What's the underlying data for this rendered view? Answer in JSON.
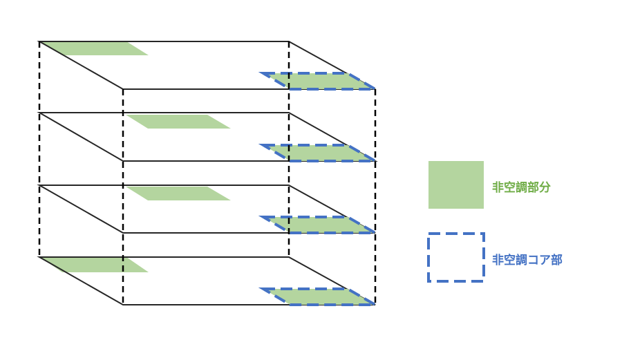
{
  "colors": {
    "background": "#ffffff",
    "outline": "#262626",
    "dashed_edge": "#000000",
    "non_ac_fill": "#b4d59f",
    "core_border": "#4472c4",
    "non_ac_text": "#70ad47",
    "core_text": "#4472c4"
  },
  "floors": [
    {
      "index": 1,
      "zones": [
        "non-air-conditioned-area",
        "non-air-conditioned-core"
      ]
    },
    {
      "index": 2,
      "zones": [
        "non-air-conditioned-area",
        "non-air-conditioned-core"
      ]
    },
    {
      "index": 3,
      "zones": [
        "non-air-conditioned-area",
        "non-air-conditioned-core"
      ]
    },
    {
      "index": 4,
      "zones": [
        "non-air-conditioned-area",
        "non-air-conditioned-core"
      ]
    }
  ],
  "legend": {
    "non_ac_label": "非空調部分",
    "core_label": "非空調コア部"
  }
}
